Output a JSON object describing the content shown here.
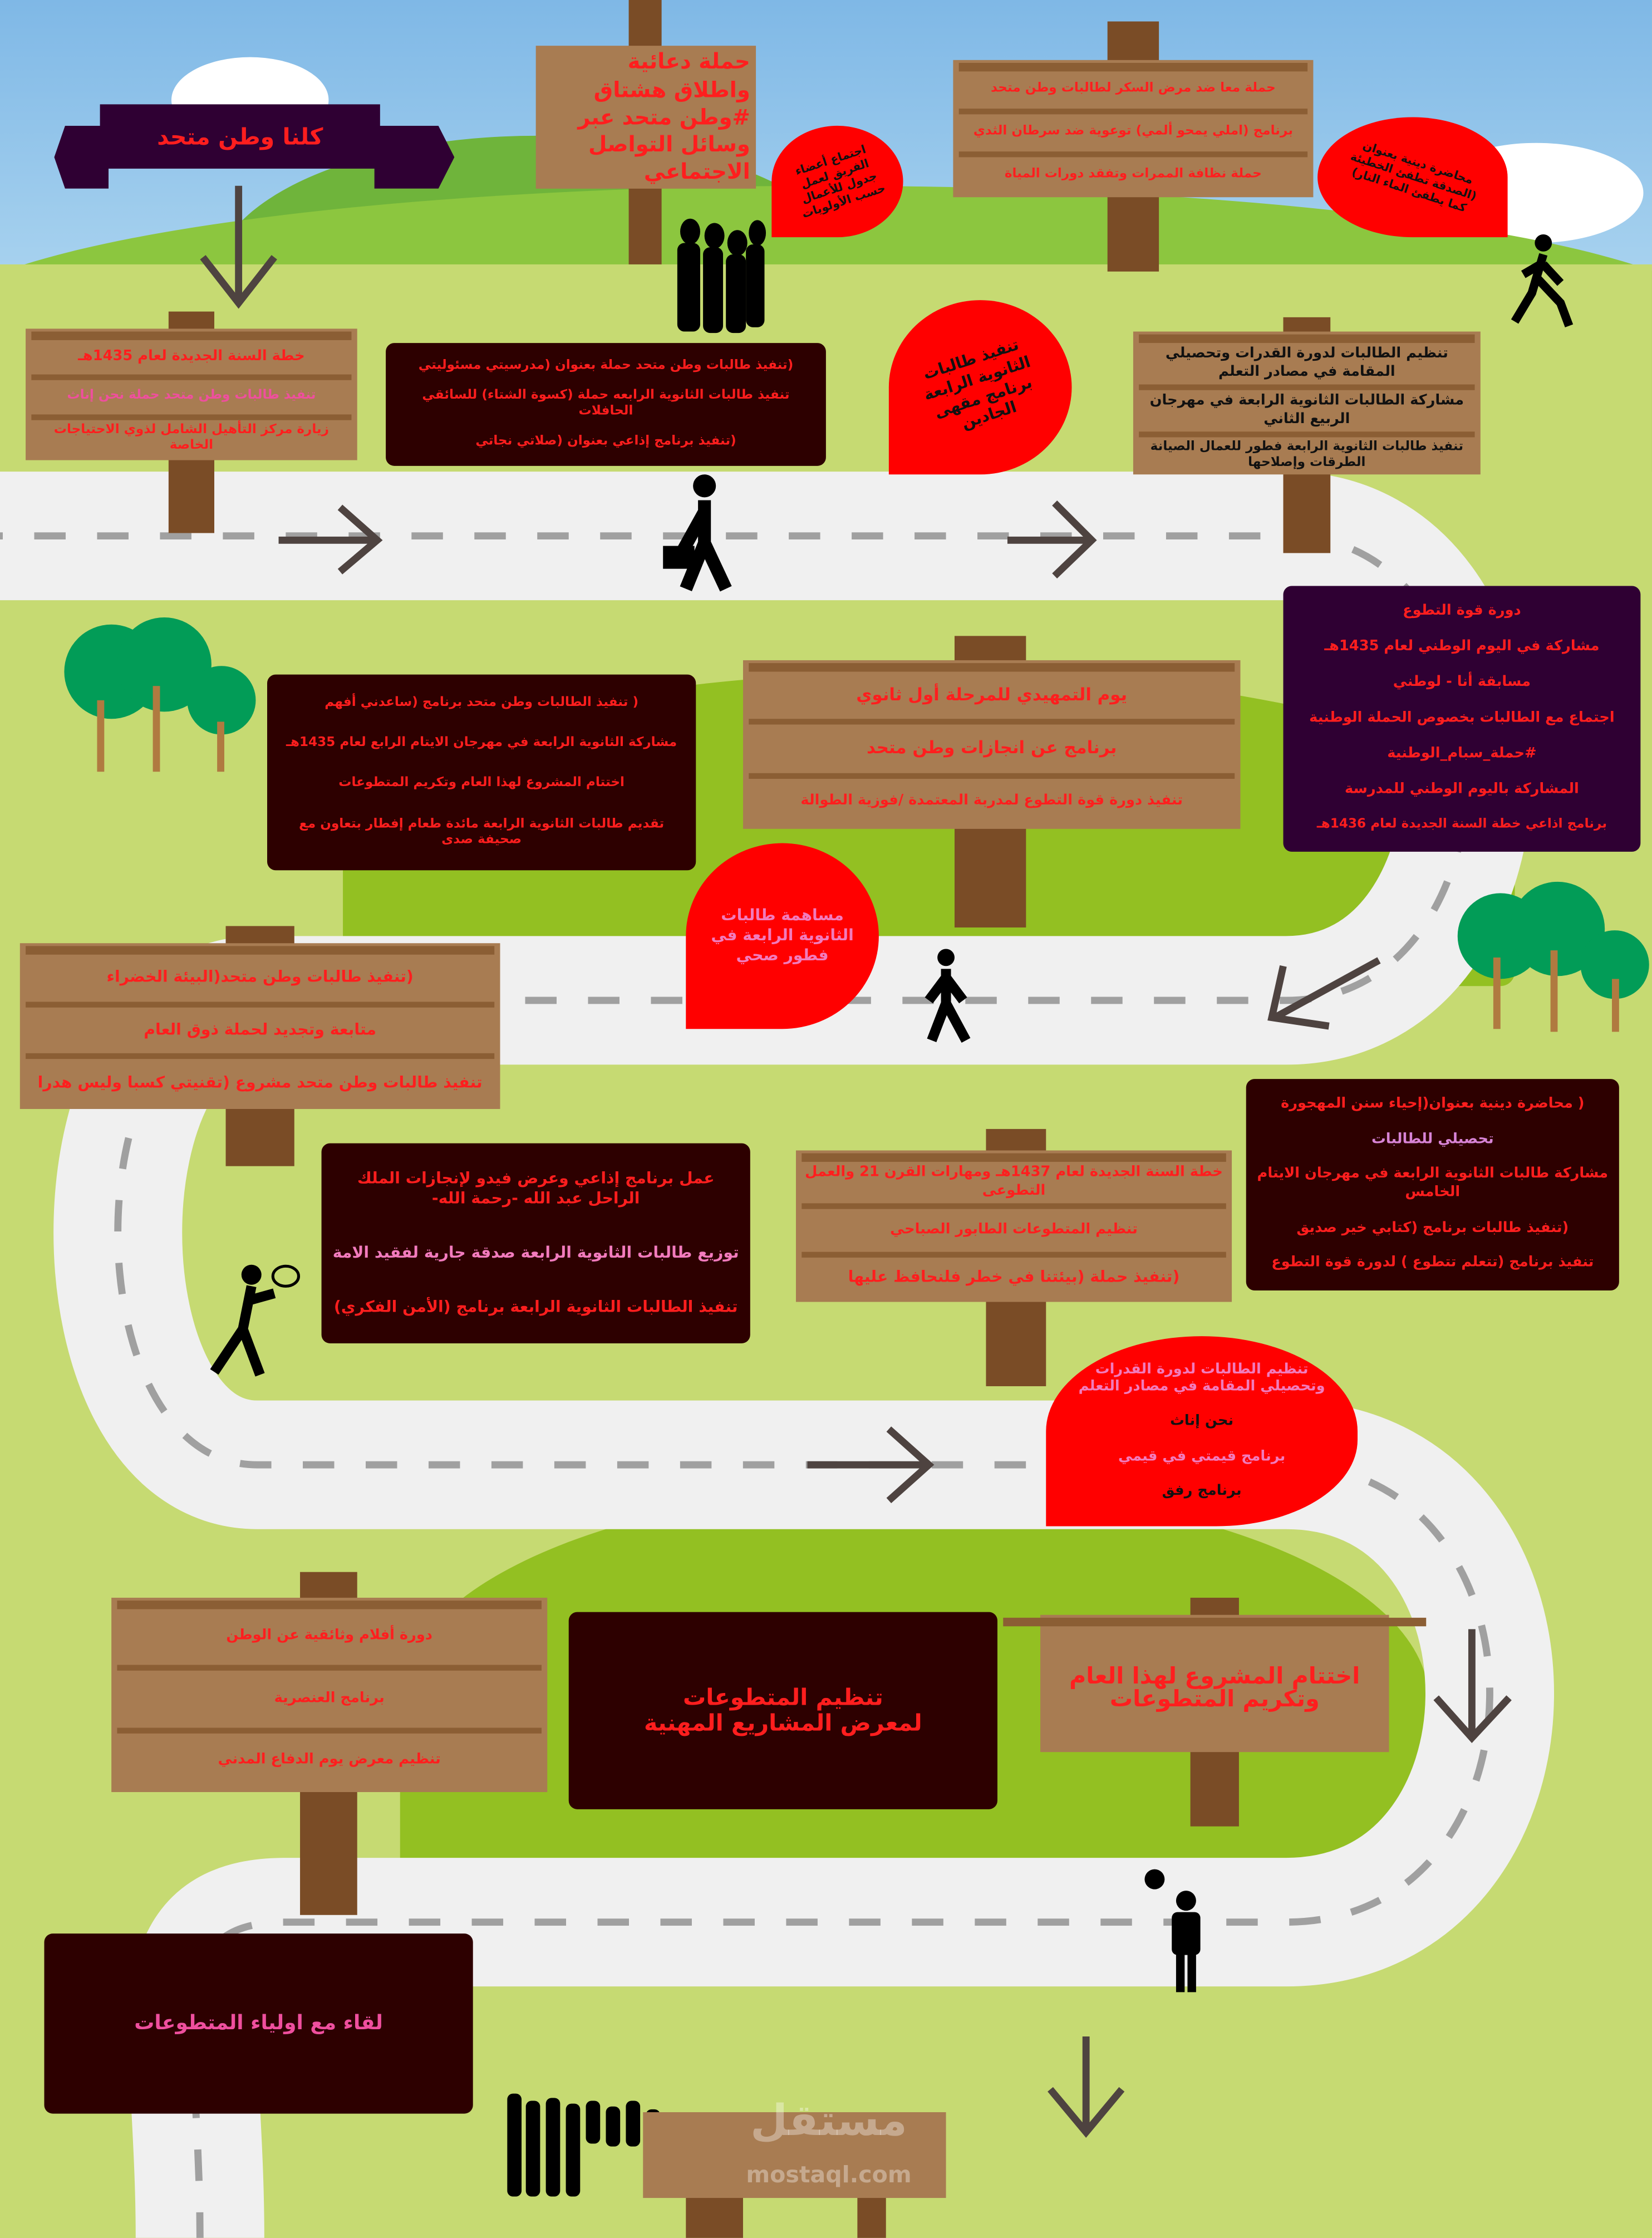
{
  "title_banner": "كلنا وطن متحد",
  "colors": {
    "text_red": "#ff1e1e",
    "text_pink": "#ef4f9e",
    "sign_wood": "#a87c52",
    "dark_box": "#2d0000",
    "purple_box": "#2f0033",
    "bubble": "#ff0000",
    "grass": "#c6da72"
  },
  "sign_campaign": {
    "lines": [
      "حملة دعائية",
      "واطلاق هشتاق",
      "#وطن متحد عبر",
      "وسائل التواصل",
      "الاجتماعي"
    ]
  },
  "bubble_team": "اجتماع أعضاء الفريق لعمل جدول للأعمال حسب الأولويات",
  "sign_health": [
    "حملة معا ضد مرض السكر لطالبات وطن متحد",
    "برنامج (املي يمحو ألمي) توعوية ضد سرطان الثدي",
    "حملة نظافة الممرات وتفقد دورات المياة"
  ],
  "bubble_lecture": "محاضرة دينية بعنوان (الصدقة تطفئ الخطيئة كما يطفئ الماء النار)",
  "sign_plan1435": [
    "خطة السنة الجديدة لعام 1435هـ",
    "تنفيذ طالبات وطن متحد حملة نحن إناث",
    "زيارة مركز التأهيل الشامل لذوي الاحتياجات الخاصة"
  ],
  "box_responsibility": [
    "(تنفيذ طالبات وطن متحد حملة بعنوان (مدرسيتي مسئوليتي",
    "تنفيذ طالبات الثانوية الرابعه حملة (كسوة الشتاء) للسائقي الحافلات",
    "(تنفيذ برنامج إذاعي بعنوان (صلاتي نجاتي"
  ],
  "bubble_cafe": "تنفيذ طالبات الثانوية الرابعة برنامج مقهى الجادين",
  "sign_abilities": [
    "تنظيم الطالبات لدورة القدرات وتحصيلي المقامة في مصادر التعلم",
    "مشاركة الطالبات الثانوية الرابعة في مهرجان الربيع الثاني",
    "تنفيذ طالبات الثانوية الرابعة فطور للعمال الصيانة الطرقات وإصلاحها"
  ],
  "box_national": [
    "دورة قوة التطوع",
    "مشاركة في اليوم الوطني لعام 1435هـ",
    "مسابقة أنا - لوطني",
    "اجتماع مع الطالبات بخصوص الحملة الوطنية",
    "#حملة_سبام_الوطنية",
    "المشاركة باليوم الوطني للمدرسة",
    "برنامج اذاعي خطة السنة الجديدة لعام 1436هـ"
  ],
  "box_orphans": [
    "( تنفيذ الطالبات وطن متحد برنامج (ساعدني أفهم",
    "مشاركة الثانوية الرابعة في مهرجان الايتام الرابع لعام 1435هـ",
    "اختتام المشروع لهذا العام وتكريم المتطوعات",
    "تقديم طالبات الثانوية الرابعة مائدة طعام إفطار بتعاون مع صحيفة صدى"
  ],
  "sign_orientation": [
    "يوم التمهيدي للمرحلة أول ثانوي",
    "برنامج عن انجازات وطن متحد",
    "تنفيذ دورة قوة التطوع لمدربة المعتمدة /فوزية الطوالة"
  ],
  "bubble_breakfast": "مساهمة طالبات الثانوية الرابعة في فطور صحي",
  "sign_green": [
    "(تنفيذ طالبات وطن متحد(البيئة الخضراء",
    "متابعة وتجديد لحملة ذوق العام",
    "تنفيذ طالبات وطن متحد مشروع (تقنيتي كسبا وليس هدرا"
  ],
  "box_king": [
    "عمل برنامج إذاعي وعرض فيدو لإنجازات الملك الراحل عبد الله -رحمة الله-",
    "توزيع طالبات الثانوية الرابعة صدقة جارية لفقيد الامة",
    "تنفيذ الطالبات الثانوية الرابعة برنامج (الأمن الفكري)"
  ],
  "sign_plan1437": [
    "خطة السنة الجديدة لعام 1437هـ ومهارات القرن 21 والعمل التطوعى",
    "تنظيم المتطوعات الطابور الصباحي",
    "(تنفيذ حملة (بيئتنا في خطر فلنحافظ عليها"
  ],
  "box_sunnah": [
    "( محاضرة دينية بعنوان(إحياء سنن المهجورة",
    "تحصيلي للطالبات",
    "مشاركة طالبات الثانوية الرابعة في مهرجان الايتام الخامس",
    "(تنفيذ طالبات برنامج (كتابي خير صديق",
    "تنفيذ برنامج (تتعلم تتطوع ) لدورة قوة التطوع"
  ],
  "bubble_programs": [
    "تنظيم الطالبات لدورة القدرات وتحصيلي المقامة في مصادر التعلم",
    "نحن إناث",
    "برنامج قيمتي في قيمي",
    "برنامج رفق"
  ],
  "sign_films": [
    "دورة أفلام وثائقية عن الوطن",
    "برنامج العنصرية",
    "تنظيم معرض يوم الدفاع المدني"
  ],
  "box_projects": "تنظيم المتطوعات لمعرض المشاريع المهنية",
  "sign_closing": "اختتام المشروع لهذا العام وتكريم المتطوعات",
  "box_parents": "لقاء مع اولياء المتطوعات",
  "watermark": {
    "ar": "مستقل",
    "en": "mostaql.com"
  },
  "icons": [
    "arrow-icon",
    "person-silhouette-icon",
    "tree-icon"
  ]
}
